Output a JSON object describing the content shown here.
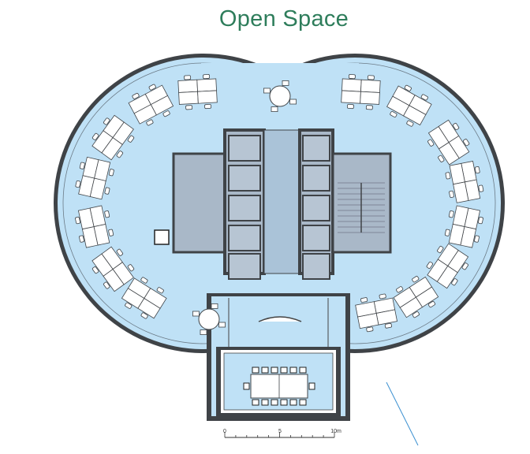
{
  "title": "Open Space",
  "scale_bar": {
    "labels": [
      "0",
      "5",
      "10m"
    ]
  },
  "colors": {
    "floor": "#bfe1f6",
    "core": "#a9b8c8",
    "walls": "#3f4347",
    "title": "#2e7d5b"
  }
}
